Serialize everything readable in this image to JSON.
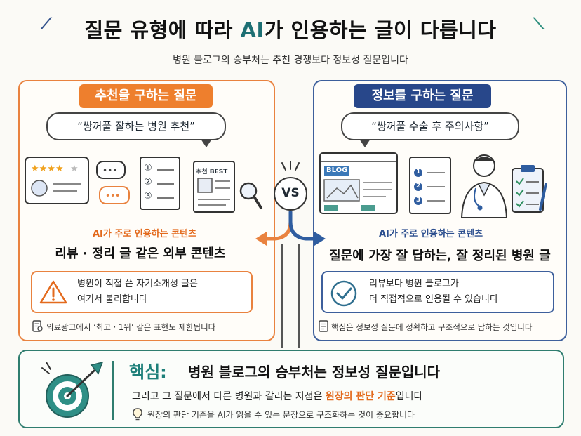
{
  "header": {
    "title_prefix": "질문 유형에 따라 ",
    "title_ai": "AI",
    "title_suffix": "가 인용하는 글이 다릅니다",
    "subtitle": "병원 블로그의 승부처는 추천 경쟁보다 정보성 질문입니다"
  },
  "left": {
    "pill": "추천을 구하는 질문",
    "quote": "“쌍꺼풀 잘하는 병원 추천”",
    "doc_items": [
      "①",
      "②",
      "③"
    ],
    "news_title": "추천 BEST",
    "cite_label": "AI가 주로 인용하는 콘텐츠",
    "headline": "리뷰 · 정리 글 같은 외부 콘텐츠",
    "note_line1": "병원이 직접 쓴 자기소개성 글은",
    "note_line2": "여기서 불리합니다",
    "footnote": "의료광고에서 ‘최고 · 1위’ 같은 표현도 제한됩니다"
  },
  "right": {
    "pill": "정보를 구하는 질문",
    "quote": "“쌍꺼풀 수술 후 주의사항”",
    "blog_label": "BLOG",
    "doc_items": [
      "1",
      "2",
      "3"
    ],
    "cite_label": "AI가 주로 인용하는 콘텐츠",
    "headline": "질문에 가장 잘 답하는, 잘 정리된 병원 글",
    "note_line1": "리뷰보다 병원 블로그가",
    "note_line2": "더 직접적으로 인용될 수 있습니다",
    "footnote": "핵심은 정보성 질문에 정확하고 구조적으로 답하는 것입니다"
  },
  "vs": "VS",
  "bottom": {
    "label": "핵심:",
    "title": "병원 블로그의 승부처는 정보성 질문입니다",
    "line_prefix": "그리고 그 질문에서 다른 병원과 갈리는 지점은 ",
    "line_highlight": "원장의 판단 기준",
    "line_suffix": "입니다",
    "tip": "원장의 판단 기준을 AI가 읽을 수 있는 문장으로 구조화하는 것이 중요합니다"
  },
  "colors": {
    "orange": "#ee7f2d",
    "navy": "#28478a",
    "teal": "#1d7f79"
  }
}
